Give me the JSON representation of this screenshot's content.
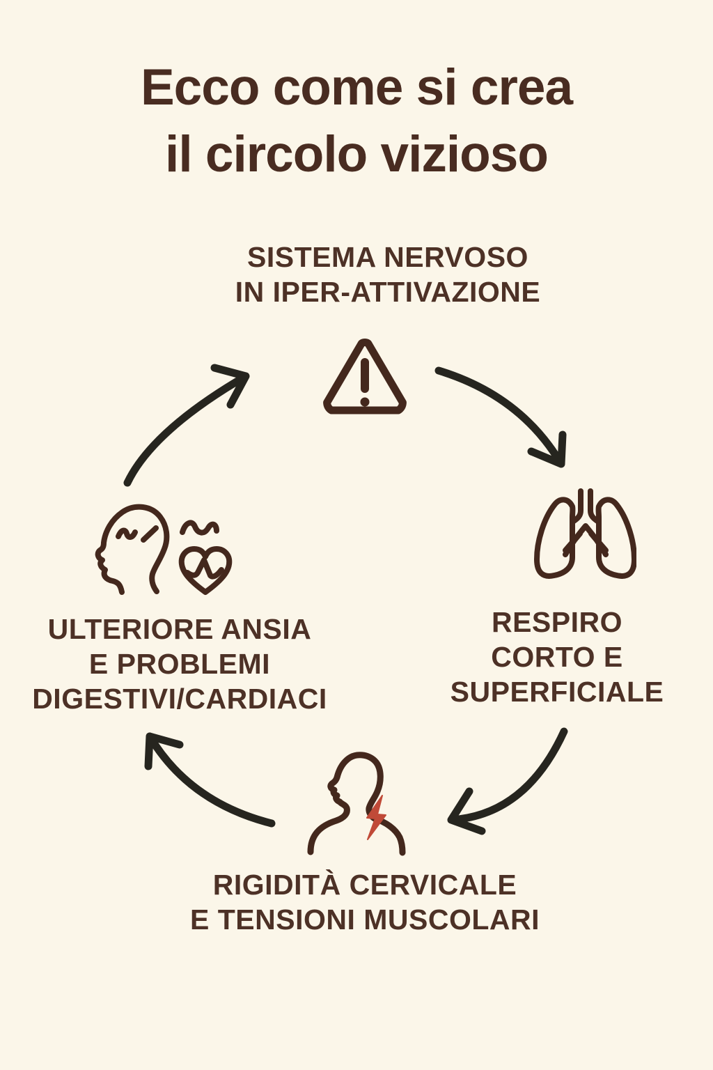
{
  "palette": {
    "bg": "#fbf6e9",
    "titleInk": "#492c21",
    "labelInk": "#4d3126",
    "iconInk": "#44281d",
    "arrowInk": "#26251f",
    "accentRed": "#c04a38"
  },
  "title": {
    "line1": "Ecco come si crea",
    "line2": "il circolo vizioso"
  },
  "cycle": {
    "top": {
      "icon": "warning-triangle-icon",
      "line1": "SISTEMA NERVOSO",
      "line2": "IN IPER-ATTIVAZIONE"
    },
    "right": {
      "icon": "lungs-icon",
      "line1": "RESPIRO",
      "line2": "CORTO E",
      "line3": "SUPERFICIALE"
    },
    "bottom": {
      "icon": "neck-pain-icon",
      "line1": "RIGIDITÀ CERVICALE",
      "line2": "E TENSIONI MUSCOLARI"
    },
    "left": {
      "icon": "anxiety-heart-icon",
      "line1": "ULTERIORE ANSIA",
      "line2": "E PROBLEMI",
      "line3": "DIGESTIVI/CARDIACI"
    }
  }
}
